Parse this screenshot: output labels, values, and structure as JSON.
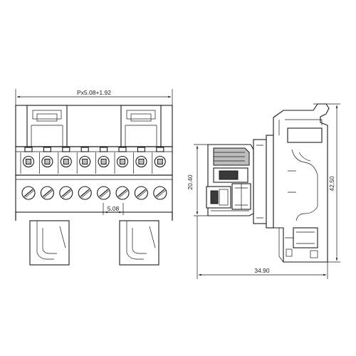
{
  "dimensions": {
    "total_width": "Px5.08+1.92",
    "pitch": "5.08",
    "side_height": "20.40",
    "overall_height": "42.50",
    "depth": "34.90"
  },
  "connector": {
    "positions": 8
  }
}
